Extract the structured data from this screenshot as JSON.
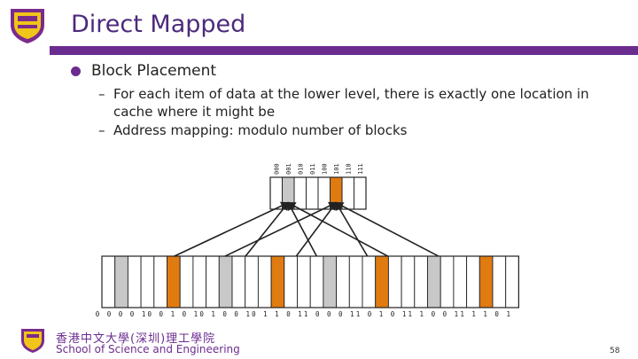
{
  "slide": {
    "title": "Direct Mapped",
    "bullet": "Block Placement",
    "sub1_line1": "For each item of data at the lower level, there is exactly one location in",
    "sub1_line2": "cache where it might be",
    "sub2": "Address mapping: modulo number of blocks"
  },
  "cache": {
    "index_labels": [
      "000",
      "001",
      "010",
      "011",
      "100",
      "101",
      "110",
      "111"
    ],
    "highlight": {
      "001": "gray",
      "101": "orange"
    }
  },
  "memory": {
    "block_labels": [
      "00001",
      "00101",
      "01001",
      "01101",
      "10001",
      "10101",
      "11001",
      "11101"
    ]
  },
  "colors": {
    "accent": "#6b2c8f",
    "orange": "#e07b12",
    "gray": "#c8c8c8",
    "title": "#4b2a7b"
  },
  "footer": {
    "cn": "香港中文大學(深圳)理工學院",
    "en": "School of Science and Engineering",
    "page": "58"
  }
}
